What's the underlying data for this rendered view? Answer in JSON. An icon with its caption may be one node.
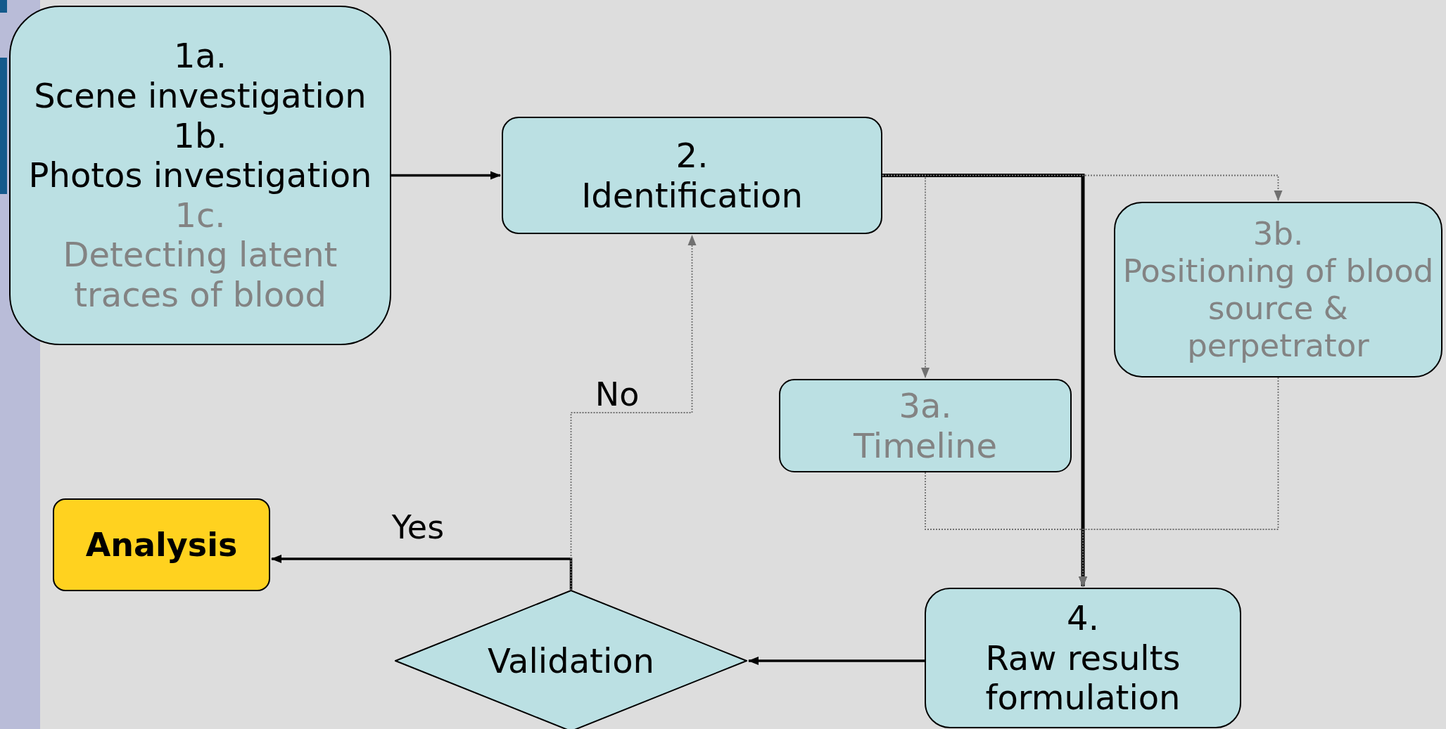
{
  "diagram": {
    "nodes": [
      {
        "text": [
          "1a.",
          "Scene investigation",
          "1b.",
          "Photos investigation",
          "1c.",
          "Detecting latent traces of blood"
        ]
      },
      {
        "text": [
          "2.",
          "Identification"
        ]
      },
      {
        "text": [
          "3a.",
          "Timeline"
        ]
      },
      {
        "text": [
          "3b.",
          "Positioning of blood source & perpetrator"
        ]
      },
      {
        "text": [
          "4.",
          "Raw results formulation"
        ]
      },
      {
        "text": [
          "Validation"
        ]
      },
      {
        "text": [
          "Analysis"
        ]
      }
    ],
    "edges": [
      {
        "from": 0,
        "to": 1,
        "arrow": "to",
        "color": "#000000"
      },
      {
        "from": 1,
        "to": 4,
        "arrow": "to",
        "style": "thick",
        "color": "#000000"
      },
      {
        "from": 1,
        "to": 2,
        "arrow": "to",
        "style": "dashed"
      },
      {
        "from": 1,
        "to": 3,
        "arrow": "to",
        "style": "dashed"
      },
      {
        "from": 2,
        "to": 4,
        "arrow": "to",
        "style": "dashed"
      },
      {
        "from": 3,
        "to": 4,
        "arrow": "to",
        "style": "dashed"
      },
      {
        "from": 4,
        "to": 5,
        "arrow": "to",
        "color": "#000000"
      },
      {
        "from": 5,
        "to": 6,
        "arrow": "to",
        "label": "Yes",
        "color": "#000000"
      },
      {
        "from": 5,
        "to": 1,
        "arrow": "to",
        "label": "No",
        "style": "dashed"
      }
    ]
  }
}
